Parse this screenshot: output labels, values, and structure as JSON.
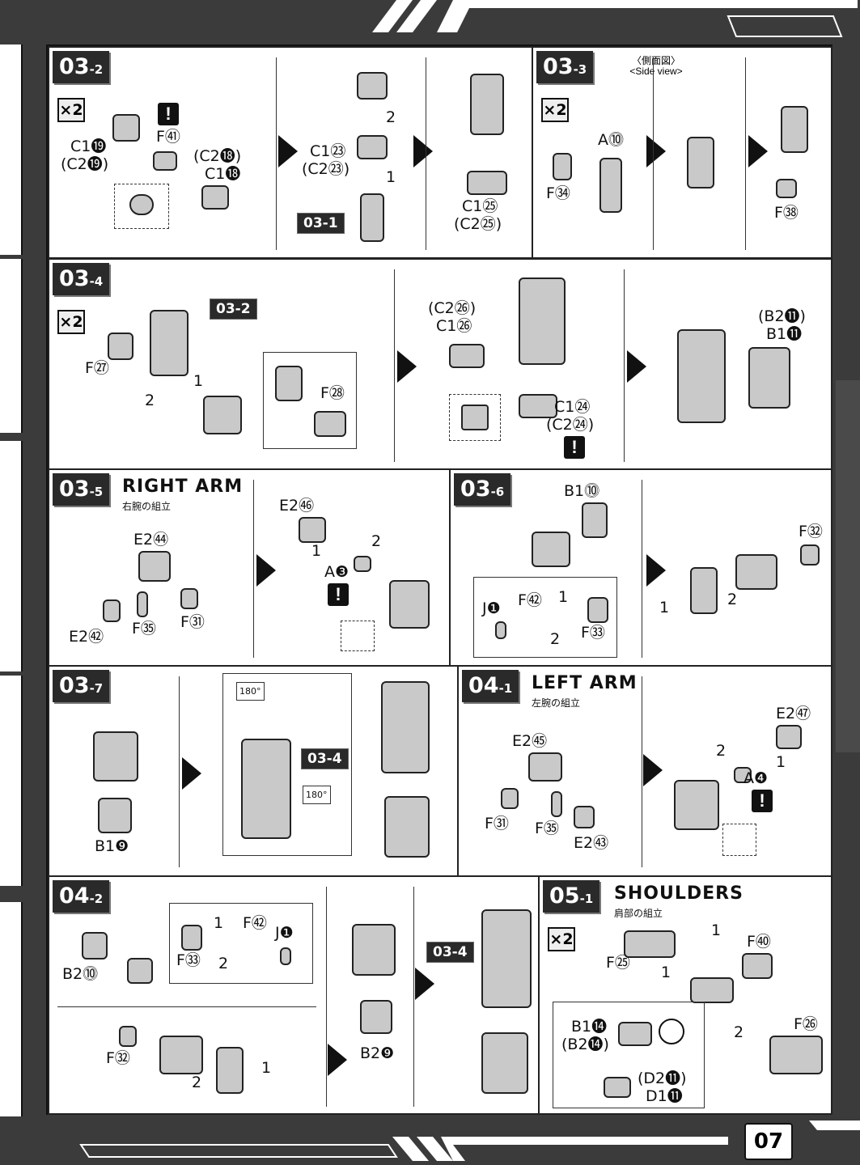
{
  "page": {
    "number": "07"
  },
  "steps": {
    "s03_2": {
      "num": "03",
      "sub": "-2",
      "qty": "×2",
      "labels": {
        "c1_19": "C1⓳",
        "c2_19": "(C2⓳)",
        "f41": "F㊶",
        "c2_18": "(C2⓲)",
        "c1_18": "C1⓲",
        "c1_23": "C1㉓",
        "c2_23": "(C2㉓)",
        "ref": "03-1",
        "c1_25": "C1㉕",
        "c2_25": "(C2㉕)",
        "n1": "1",
        "n2": "2"
      }
    },
    "s03_3": {
      "num": "03",
      "sub": "-3",
      "qty": "×2",
      "side_jp": "〈側面図〉",
      "side_en": "<Side view>",
      "labels": {
        "a10": "A⓾",
        "f34": "F㉞",
        "f38": "F㊳"
      }
    },
    "s03_4": {
      "num": "03",
      "sub": "-4",
      "qty": "×2",
      "labels": {
        "ref": "03-2",
        "f27": "F㉗",
        "f28": "F㉘",
        "c2_26": "(C2㉖)",
        "c1_26": "C1㉖",
        "c1_24": "C1㉔",
        "c2_24": "(C2㉔)",
        "b2_11": "(B2⓫)",
        "b1_11": "B1⓫",
        "n1": "1",
        "n2": "2"
      }
    },
    "s03_5": {
      "num": "03",
      "sub": "-5",
      "title": "RIGHT ARM",
      "subtitle": "右腕の組立",
      "labels": {
        "e2_44": "E2㊹",
        "e2_42": "E2㊷",
        "f35": "F㉟",
        "f31": "F㉛",
        "e2_46": "E2㊻",
        "a3": "A❸",
        "n1": "1",
        "n2": "2"
      }
    },
    "s03_6": {
      "num": "03",
      "sub": "-6",
      "labels": {
        "b1_10": "B1⓾",
        "j1": "J❶",
        "f42": "F㊷",
        "f33": "F㉝",
        "f32": "F㉜",
        "n1": "1",
        "n2": "2"
      }
    },
    "s03_7": {
      "num": "03",
      "sub": "-7",
      "labels": {
        "b1_9": "B1❾",
        "ref": "03-4",
        "rot": "180°"
      }
    },
    "s04_1": {
      "num": "04",
      "sub": "-1",
      "title": "LEFT ARM",
      "subtitle": "左腕の組立",
      "labels": {
        "e2_45": "E2㊺",
        "f31": "F㉛",
        "f35": "F㉟",
        "e2_43": "E2㊸",
        "e2_47": "E2㊼",
        "a4": "A❹",
        "n1": "1",
        "n2": "2"
      }
    },
    "s04_2": {
      "num": "04",
      "sub": "-2",
      "labels": {
        "b2_10": "B2⓾",
        "f42": "F㊷",
        "j1": "J❶",
        "f33": "F㉝",
        "f32": "F㉜",
        "b2_9": "B2❾",
        "ref": "03-4",
        "n1": "1",
        "n2": "2"
      }
    },
    "s05_1": {
      "num": "05",
      "sub": "-1",
      "title": "SHOULDERS",
      "subtitle": "肩部の組立",
      "qty": "×2",
      "labels": {
        "f40": "F㊵",
        "f25": "F㉕",
        "f26": "F㉖",
        "b1_14": "B1⓮",
        "b2_14": "(B2⓮)",
        "d2_11": "(D2⓫)",
        "d1_11": "D1⓫",
        "n1": "1",
        "n2": "2"
      }
    }
  },
  "warn_symbol": "!",
  "colors": {
    "frame": "#3b3b3b",
    "panel_border": "#222222",
    "part": "#c9c9c9"
  }
}
